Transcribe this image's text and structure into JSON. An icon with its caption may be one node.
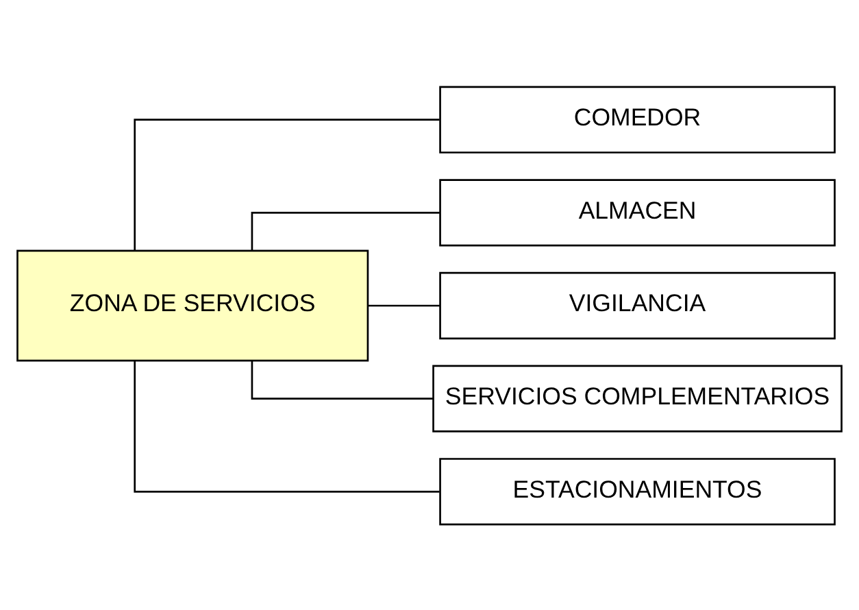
{
  "diagram": {
    "nodes": [
      {
        "text": [
          "ZONA DE SERVICIOS"
        ]
      },
      {
        "text": [
          "COMEDOR"
        ]
      },
      {
        "text": [
          "ALMACEN"
        ]
      },
      {
        "text": [
          "VIGILANCIA"
        ]
      },
      {
        "text": [
          "SERVICIOS COMPLEMENTARIOS"
        ]
      },
      {
        "text": [
          "ESTACIONAMIENTOS"
        ]
      }
    ],
    "edges": [
      {
        "from": 0,
        "to": 1,
        "arrow": "none"
      },
      {
        "from": 0,
        "to": 2,
        "arrow": "none"
      },
      {
        "from": 0,
        "to": 3,
        "arrow": "none"
      },
      {
        "from": 0,
        "to": 4,
        "arrow": "none"
      },
      {
        "from": 0,
        "to": 5,
        "arrow": "none"
      }
    ]
  }
}
